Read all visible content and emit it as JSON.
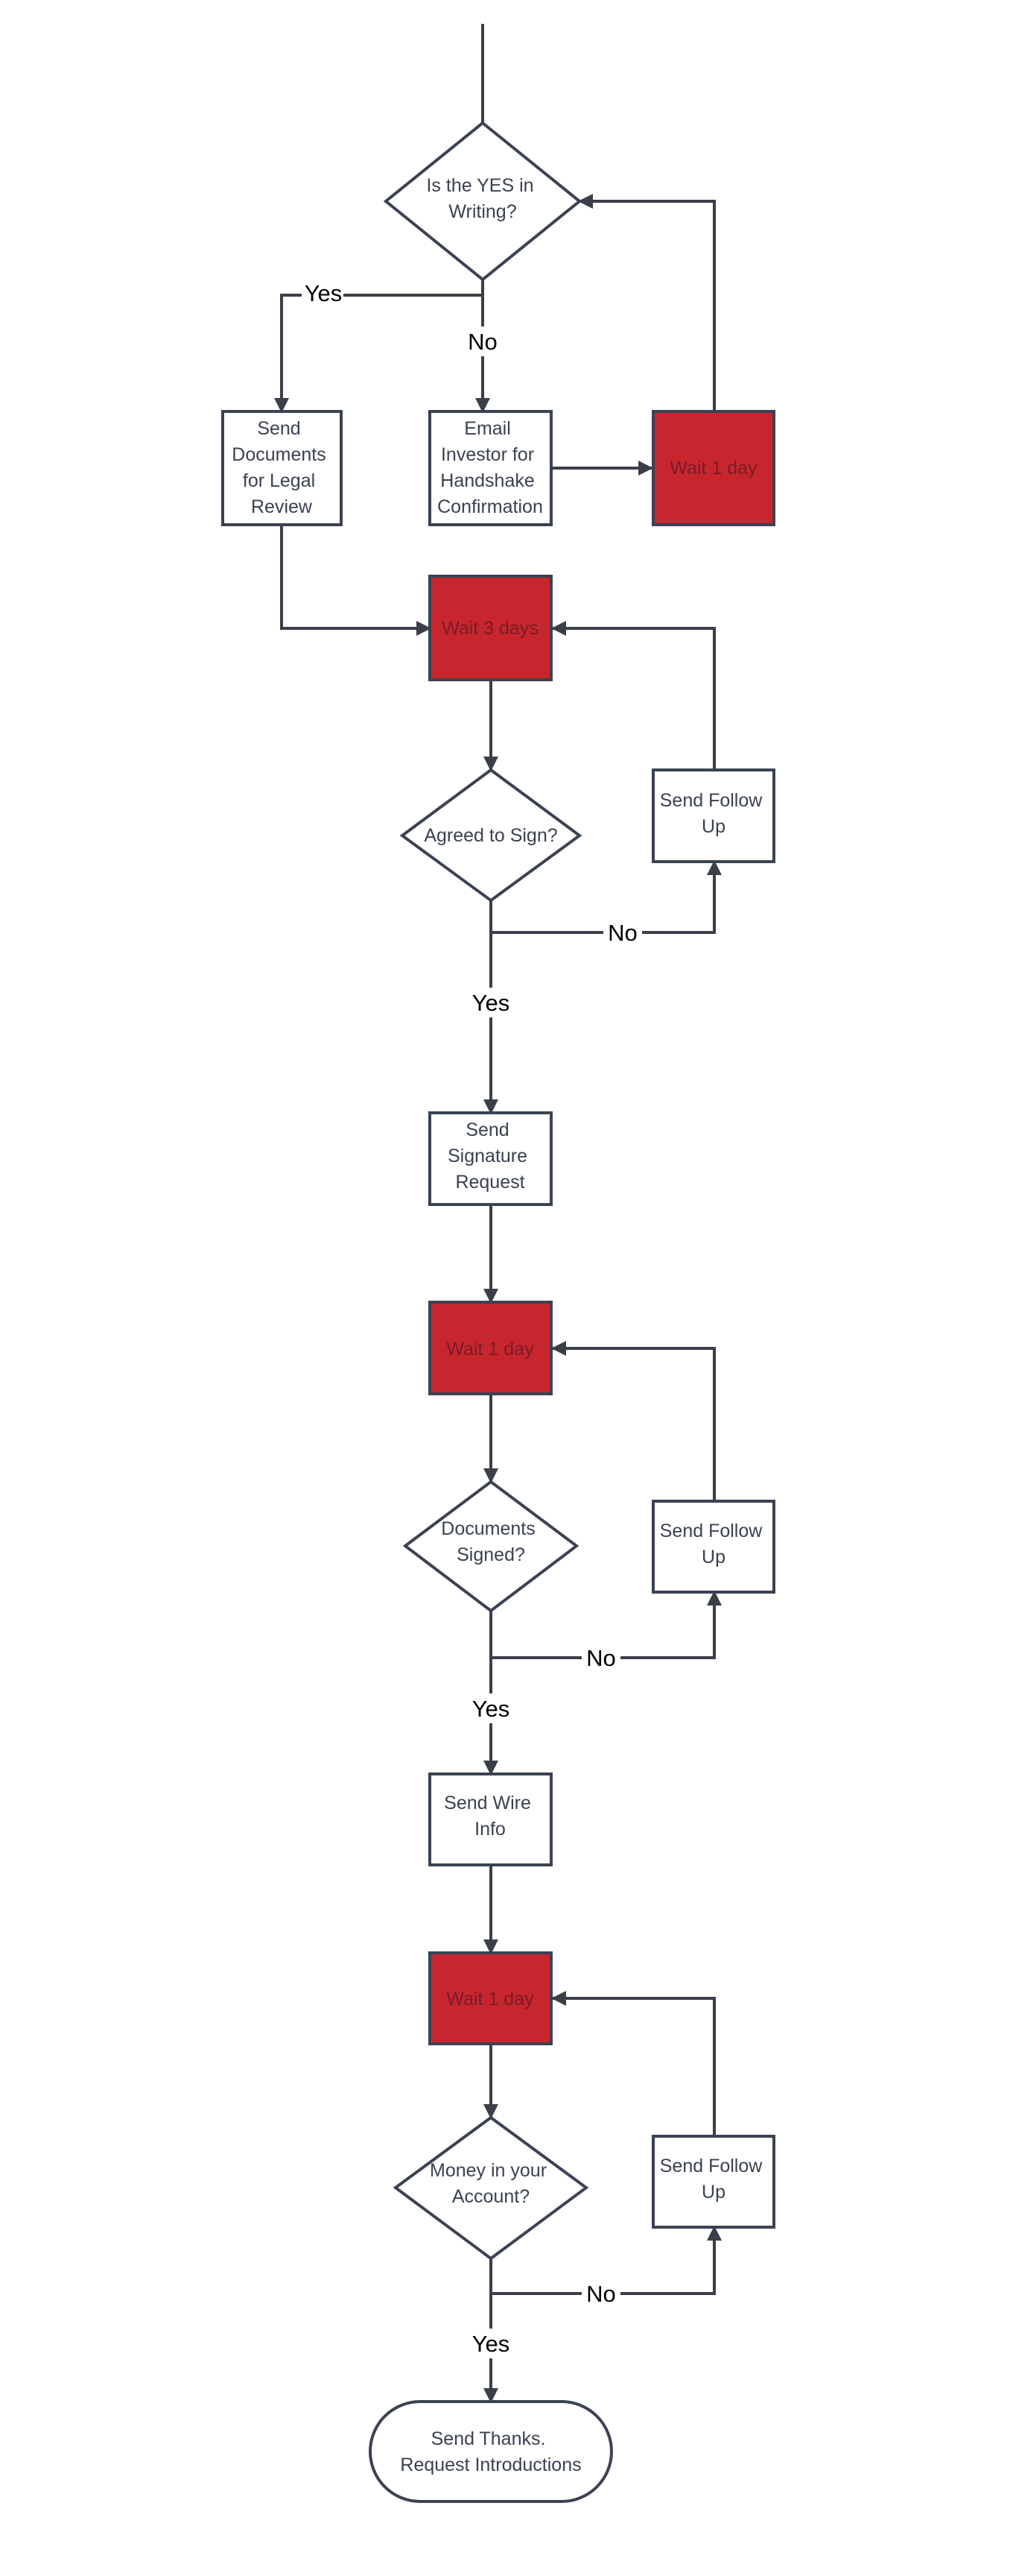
{
  "nodes": {
    "decision_writing": [
      "Is the YES in",
      "Writing?"
    ],
    "legal_review": [
      "Send",
      "Documents",
      "for Legal",
      "Review"
    ],
    "email_investor": [
      "Email",
      "Investor for",
      "Handshake",
      "Confirmation"
    ],
    "wait_1_day_top": [
      "Wait 1 day"
    ],
    "wait_3_days": [
      "Wait 3 days"
    ],
    "decision_agreed": [
      "Agreed to Sign?"
    ],
    "follow_up_1": [
      "Send Follow",
      "Up"
    ],
    "signature_request": [
      "Send",
      "Signature",
      "Request"
    ],
    "wait_1_day_signature": [
      "Wait 1 day"
    ],
    "decision_signed": [
      "Documents",
      "Signed?"
    ],
    "follow_up_2": [
      "Send Follow",
      "Up"
    ],
    "wire_info": [
      "Send Wire",
      "Info"
    ],
    "wait_1_day_wire": [
      "Wait 1 day"
    ],
    "decision_money": [
      "Money in your",
      "Account?"
    ],
    "follow_up_3": [
      "Send Follow",
      "Up"
    ],
    "terminal_thanks": [
      "Send Thanks.",
      "Request Introductions"
    ]
  },
  "edge_labels": {
    "writing_yes": "Yes",
    "writing_no": "No",
    "agreed_no": "No",
    "agreed_yes": "Yes",
    "signed_no": "No",
    "signed_yes": "Yes",
    "money_no": "No",
    "money_yes": "Yes"
  },
  "colors": {
    "wait_fill": "#c8262f",
    "stroke": "#3b4252",
    "text": "#3a4150"
  }
}
